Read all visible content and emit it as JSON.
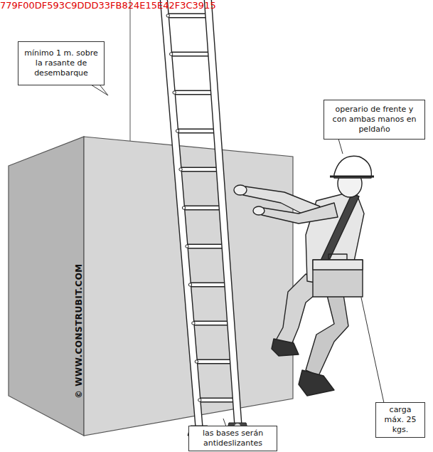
{
  "diagram": {
    "nodes": [
      {
        "text": [
          "mínimo 1 m. sobre la rasante de desembarque"
        ]
      },
      {
        "text": [
          "operario de frente y con ambas manos en peldaño"
        ]
      },
      {
        "text": [
          "carga máx. 25 kgs."
        ]
      },
      {
        "text": [
          "las bases serán antideslizantes"
        ]
      }
    ],
    "edges": [],
    "labels": [
      "779F00DF593C9DDD33FB824E15E42F3C3915",
      "© WWW.CONSTRUBIT.COM"
    ]
  }
}
